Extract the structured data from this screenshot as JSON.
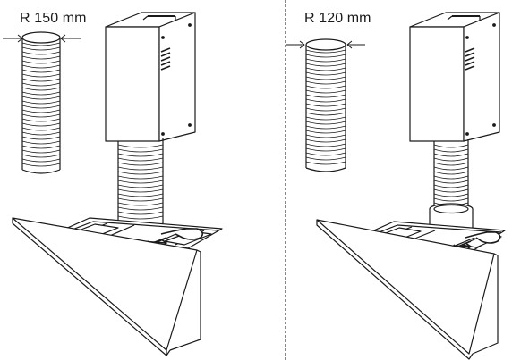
{
  "panels": [
    {
      "id": "left",
      "dimension_label": "R 150 mm"
    },
    {
      "id": "right",
      "dimension_label": "R 120 mm"
    }
  ],
  "colors": {
    "line": "#1a1a1a",
    "fill": "#ffffff",
    "divider": "#888888"
  }
}
